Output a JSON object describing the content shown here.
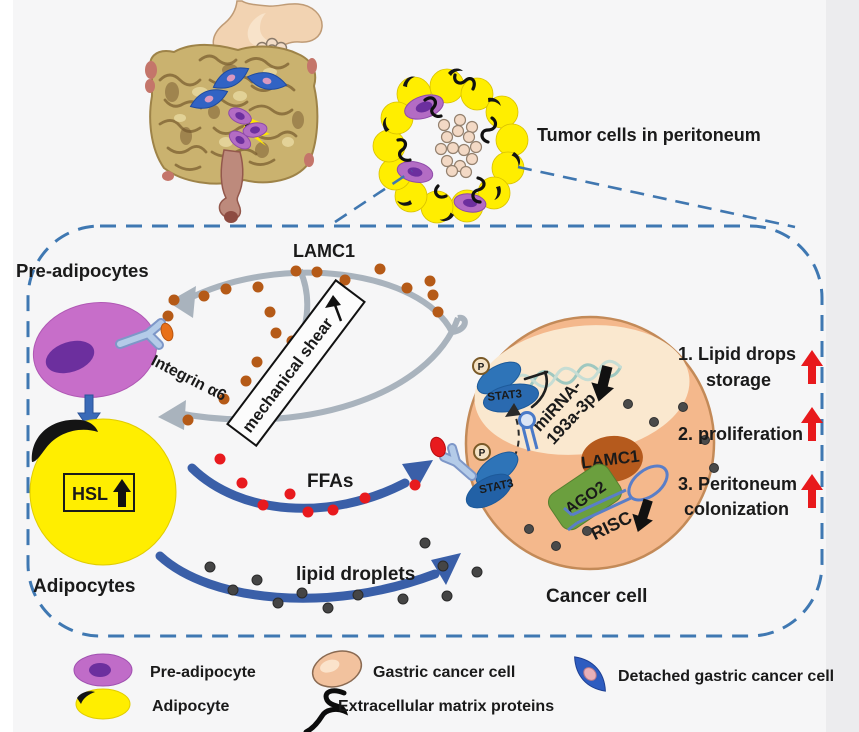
{
  "header": {
    "tumor_cells_label": "Tumor cells in peritoneum"
  },
  "pathway": {
    "pre_adipocytes": "Pre-adipocytes",
    "lamc1_cycle": "LAMC1",
    "integrin": "Integrin α6",
    "mechanical_shear": "mechanical shear",
    "hsl": "HSL",
    "adipocytes": "Adipocytes",
    "ffas": "FFAs",
    "lipid_droplets": "lipid droplets",
    "cancer_cell": "Cancer cell",
    "stat3_nuclear": "STAT3",
    "stat3_membrane": "STAT3",
    "phospho_nuclear": "P",
    "phospho_membrane": "P",
    "mirna_line1": "miRNA-",
    "mirna_line2": "193a-3p",
    "lamc1_protein": "LAMC1",
    "ago2": "AGO2",
    "risc": "RISC"
  },
  "outcomes": [
    {
      "lines": [
        "1. Lipid drops",
        "storage"
      ]
    },
    {
      "lines": [
        "2. proliferation"
      ]
    },
    {
      "lines": [
        "3. Peritoneum",
        "colonization"
      ]
    }
  ],
  "legend": [
    {
      "swatch": "pre-adipocyte",
      "label": "Pre-adipocyte"
    },
    {
      "swatch": "adipocyte",
      "label": "Adipocyte"
    },
    {
      "swatch": "gastric-cancer-cell",
      "label": "Gastric cancer cell"
    },
    {
      "swatch": "extracellular-matrix-proteins",
      "label": "Extracellular matrix proteins"
    },
    {
      "swatch": "detached-gastric-cancer-cell",
      "label": "Detached gastric cancer cell"
    }
  ],
  "icons": {
    "increase-arrow": "↑",
    "decrease-arrow": "↓",
    "inhibition-symbol": "⊣"
  },
  "colors": {
    "dashed_border": "#3f78b2",
    "adipocyte_yellow": "#ffee00",
    "pre_adipocyte_purple": "#c76ec9",
    "nucleus_purple": "#6c2f9e",
    "cancer_cell_body": "#f4b88c",
    "cancer_cell_nucleus": "#fae8cf",
    "lamc1_dot_brown": "#b55a17",
    "ffa_red": "#e81a1e",
    "lipid_dot_gray": "#454545",
    "stat3_blue": "#2a6cb0",
    "ago2_green": "#6b9f3e",
    "lamc1_blob_brown": "#b55a1d",
    "flow_arrow_blue": "#3a5fa8",
    "cycle_arrow_gray": "#a9b3bd",
    "up_arrow_red": "#e8191c"
  }
}
